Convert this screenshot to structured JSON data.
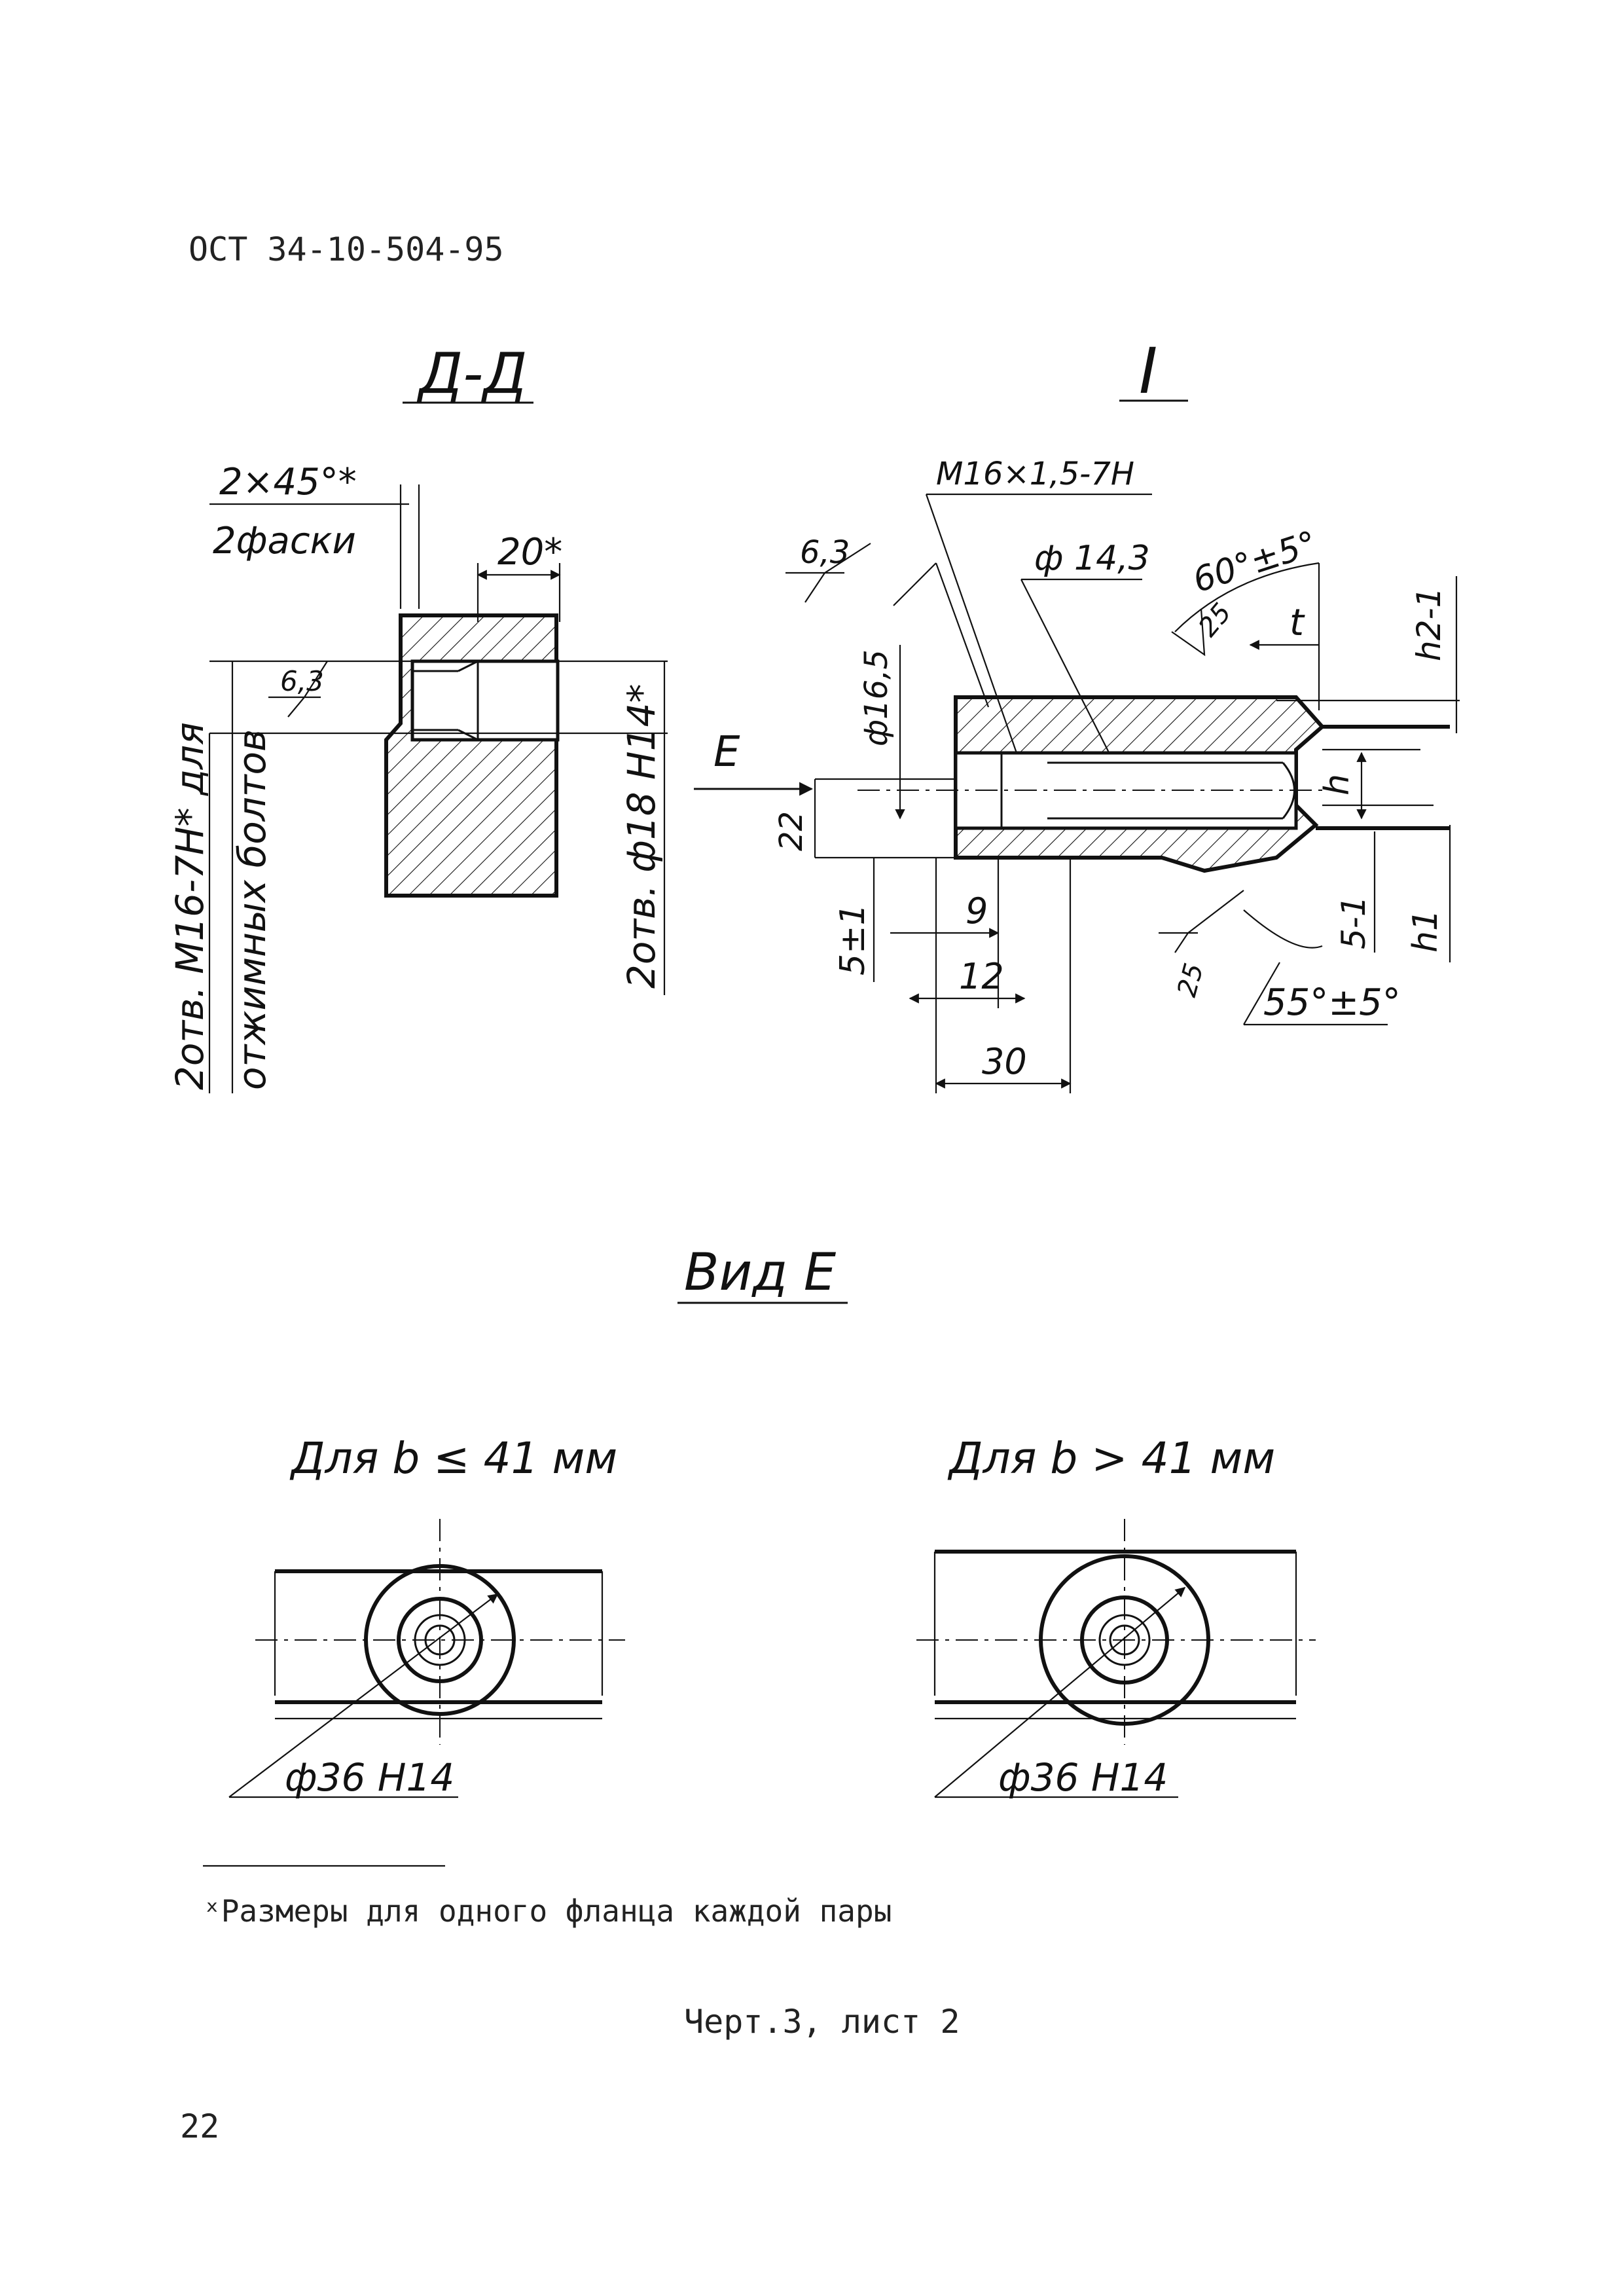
{
  "document": {
    "code": "ОСТ 34-10-504-95",
    "page_number": "22",
    "footnote": "ˣРазмеры для одного фланца каждой пары",
    "caption": "Черт.3, лист 2"
  },
  "section_dd": {
    "title": "Д-Д",
    "chamfer": "2×45°*",
    "chamfer_note": "2фаски",
    "depth": "20*",
    "roughness": "6,3",
    "left_note_1": "2отв. М16-7Н* для",
    "left_note_2": "отжимных болтов",
    "right_note": "2отв. ф18 Н14*"
  },
  "detail_1": {
    "title": "I",
    "thread": "М16×1,5-7Н",
    "roughness": "6,3",
    "hole_diameter": "ф 14,3",
    "bore_diameter": "ф16,5",
    "top_angle": "60°±5°",
    "roughness_top": "25",
    "dim_t": "t",
    "dim_h2": "h2-1",
    "view_arrow": "Е",
    "dim_22": "22",
    "dim_h": "h",
    "dim_5_1": "5-1",
    "dim_h1": "h1",
    "dim_5_pm1": "5±1",
    "dim_9": "9",
    "dim_12": "12",
    "dim_30": "30",
    "roughness_bottom": "25",
    "bottom_angle": "55°±5°"
  },
  "view_e": {
    "title": "Вид Е",
    "left_label": "Для b ≤ 41 мм",
    "right_label": "Для b > 41 мм",
    "left_diameter": "ф36 Н14",
    "right_diameter": "ф36 Н14"
  }
}
